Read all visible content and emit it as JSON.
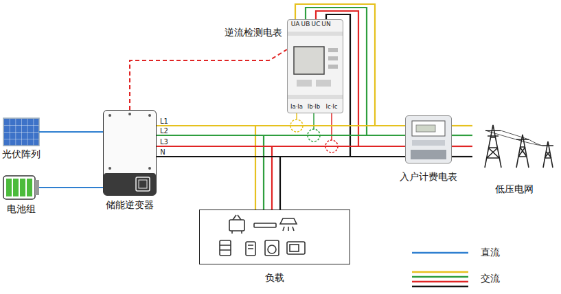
{
  "diagram": {
    "nodes": [
      {
        "text": [
          "光伏阵列"
        ]
      },
      {
        "text": [
          "电池组"
        ]
      },
      {
        "text": [
          "储能逆变器"
        ]
      },
      {
        "text": [
          "逆流检测电表"
        ]
      },
      {
        "text": [
          "负载"
        ]
      },
      {
        "text": [
          "入户计费电表"
        ]
      },
      {
        "text": [
          "低压电网"
        ]
      }
    ],
    "edges": [
      {
        "from": 0,
        "to": 2,
        "arrow": "none"
      },
      {
        "from": 1,
        "to": 2,
        "arrow": "none"
      },
      {
        "from": 2,
        "to": 3,
        "arrow": "none"
      },
      {
        "from": 2,
        "to": 4,
        "arrow": "none"
      },
      {
        "from": 2,
        "to": 5,
        "arrow": "none"
      },
      {
        "from": 5,
        "to": 6,
        "arrow": "none"
      }
    ],
    "labels": [
      "UA",
      "UB",
      "UC",
      "UN",
      "Ia·Ia",
      "Ib·Ib",
      "Ic·Ic",
      "L1",
      "L2",
      "L3",
      "N"
    ],
    "legend": [
      {
        "text": "直流"
      },
      {
        "text": "交流"
      }
    ]
  }
}
